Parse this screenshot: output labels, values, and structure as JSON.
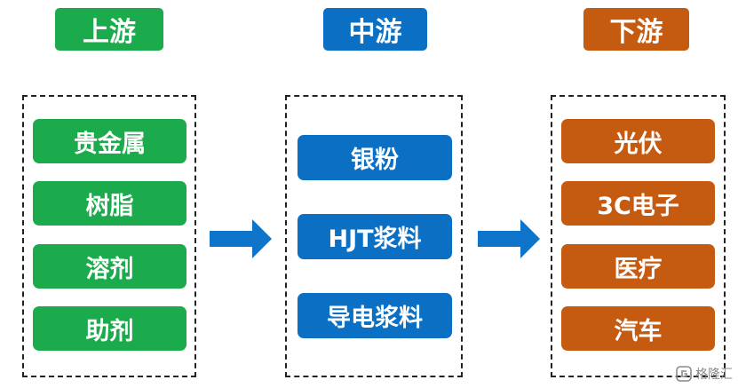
{
  "colors": {
    "upstream": "#1cab4c",
    "midstream": "#0b70c4",
    "downstream": "#c55a11",
    "arrow": "#0e74c9"
  },
  "upstream": {
    "header": "上游",
    "items": [
      "贵金属",
      "树脂",
      "溶剂",
      "助剂"
    ]
  },
  "midstream": {
    "header": "中游",
    "items": [
      "银粉",
      "HJT浆料",
      "导电浆料"
    ]
  },
  "downstream": {
    "header": "下游",
    "items": [
      "光伏",
      "3C电子",
      "医疗",
      "汽车"
    ]
  },
  "watermark": {
    "text": "格隆汇",
    "icon": "gelonghui-logo-icon"
  }
}
